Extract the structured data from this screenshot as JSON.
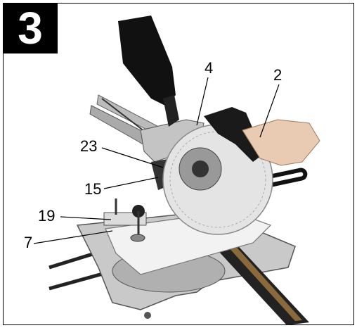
{
  "figure": {
    "number": "3"
  },
  "callouts": [
    {
      "id": "4",
      "text": "4"
    },
    {
      "id": "2",
      "text": "2"
    },
    {
      "id": "23",
      "text": "23"
    },
    {
      "id": "15",
      "text": "15"
    },
    {
      "id": "19",
      "text": "19"
    },
    {
      "id": "7",
      "text": "7"
    }
  ],
  "colors": {
    "frame": "#000000",
    "badge": "#000000",
    "badge_text": "#ffffff"
  }
}
